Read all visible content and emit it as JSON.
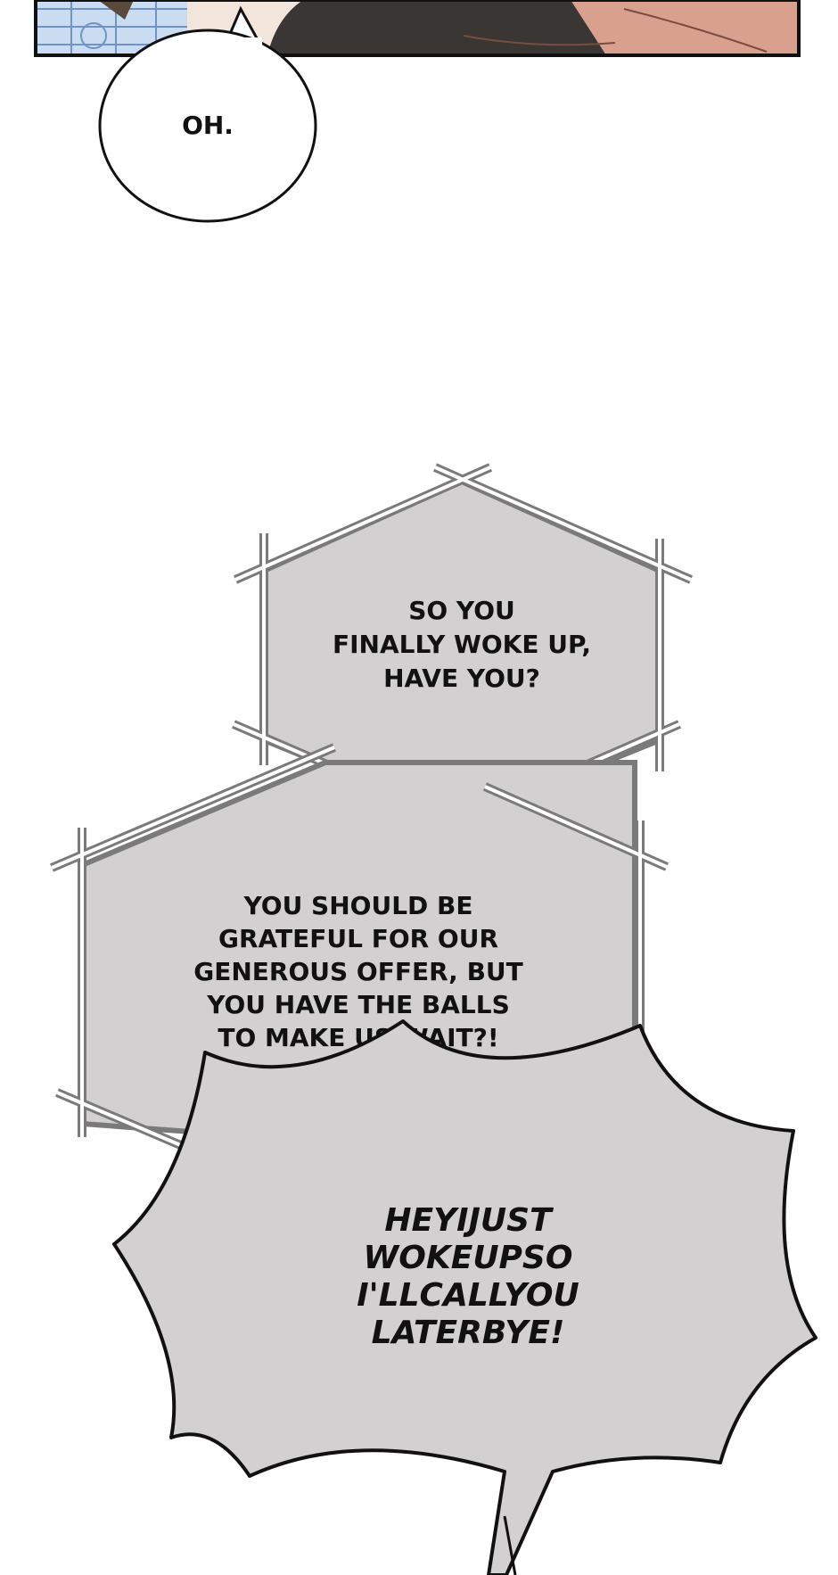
{
  "bubbles": {
    "oh": "OH.",
    "woke_up": [
      "SO YOU",
      "FINALLY WOKE UP,",
      "HAVE YOU?"
    ],
    "grateful": [
      "YOU SHOULD BE",
      "GRATEFUL FOR OUR",
      "GENEROUS OFFER, BUT",
      "YOU HAVE THE BALLS",
      "TO MAKE US WAIT?!"
    ],
    "shout": [
      "HEYIJUST",
      "WOKEUPSO",
      "I'LLCALLYOU",
      "LATERBYE!"
    ]
  },
  "colors": {
    "panel_blue": "#c9dcf2",
    "panel_skin": "#d9a08e",
    "panel_dark": "#3a3633",
    "bubble_grey": "#d2d0d0",
    "frame_grey": "#7a7a7a",
    "outline": "#111111"
  }
}
